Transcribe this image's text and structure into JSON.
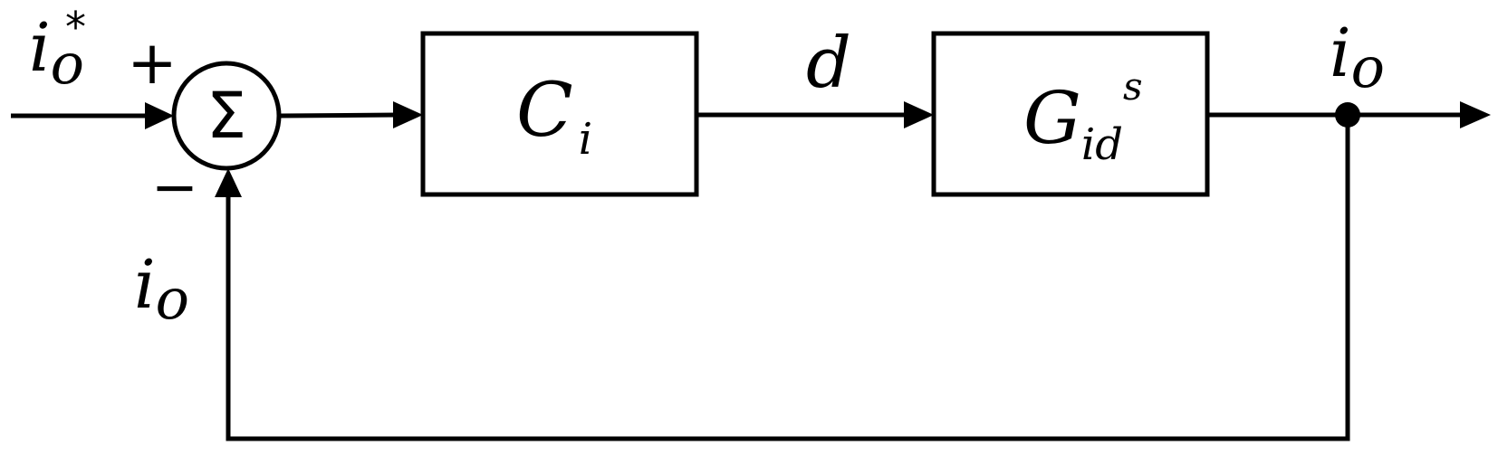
{
  "input_signal": {
    "base": "i",
    "sub": "o",
    "sup": "*"
  },
  "summing_junction": {
    "symbol": "Σ",
    "plus_sign": "+",
    "minus_sign": "−"
  },
  "controller_block": {
    "base": "C",
    "sub": "i"
  },
  "duty_signal": {
    "label": "d"
  },
  "plant_block": {
    "base": "G",
    "sub": "id",
    "sup": "s"
  },
  "output_signal": {
    "base": "i",
    "sub": "o"
  },
  "feedback_signal": {
    "base": "i",
    "sub": "o"
  }
}
